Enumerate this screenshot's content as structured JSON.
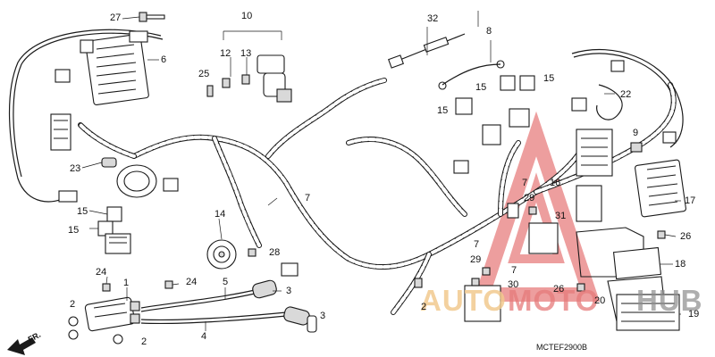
{
  "diagram": {
    "code": "MCTEF2900B",
    "direction_label": "FR.",
    "watermark": {
      "part_a": "AUTO",
      "part_b": "MOTO",
      "part_c": "HUB"
    },
    "callouts": [
      {
        "id": "c27",
        "text": "27"
      },
      {
        "id": "c10",
        "text": "10"
      },
      {
        "id": "c32",
        "text": "32"
      },
      {
        "id": "c8",
        "text": "8"
      },
      {
        "id": "c6",
        "text": "6"
      },
      {
        "id": "c12",
        "text": "12"
      },
      {
        "id": "c13",
        "text": "13"
      },
      {
        "id": "c25",
        "text": "25"
      },
      {
        "id": "c15a",
        "text": "15"
      },
      {
        "id": "c15b",
        "text": "15"
      },
      {
        "id": "c15c",
        "text": "15"
      },
      {
        "id": "c22",
        "text": "22"
      },
      {
        "id": "c9",
        "text": "9"
      },
      {
        "id": "c23",
        "text": "23"
      },
      {
        "id": "c16",
        "text": "16"
      },
      {
        "id": "c7a",
        "text": "7"
      },
      {
        "id": "c7b",
        "text": "7"
      },
      {
        "id": "c29a",
        "text": "29"
      },
      {
        "id": "c31",
        "text": "31"
      },
      {
        "id": "c17",
        "text": "17"
      },
      {
        "id": "c15d",
        "text": "15"
      },
      {
        "id": "c15e",
        "text": "15"
      },
      {
        "id": "c14",
        "text": "14"
      },
      {
        "id": "c26a",
        "text": "26"
      },
      {
        "id": "c7c",
        "text": "7"
      },
      {
        "id": "c29b",
        "text": "29"
      },
      {
        "id": "c28",
        "text": "28"
      },
      {
        "id": "c18",
        "text": "18"
      },
      {
        "id": "c24a",
        "text": "24"
      },
      {
        "id": "c24b",
        "text": "24"
      },
      {
        "id": "c7d",
        "text": "7"
      },
      {
        "id": "c30",
        "text": "30"
      },
      {
        "id": "c1",
        "text": "1"
      },
      {
        "id": "c5",
        "text": "5"
      },
      {
        "id": "c3a",
        "text": "3"
      },
      {
        "id": "c2a",
        "text": "2"
      },
      {
        "id": "c2b",
        "text": "2"
      },
      {
        "id": "c26b",
        "text": "26"
      },
      {
        "id": "c20",
        "text": "20"
      },
      {
        "id": "c19",
        "text": "19"
      },
      {
        "id": "c3b",
        "text": "3"
      },
      {
        "id": "c2c",
        "text": "2"
      },
      {
        "id": "c4",
        "text": "4"
      }
    ]
  }
}
